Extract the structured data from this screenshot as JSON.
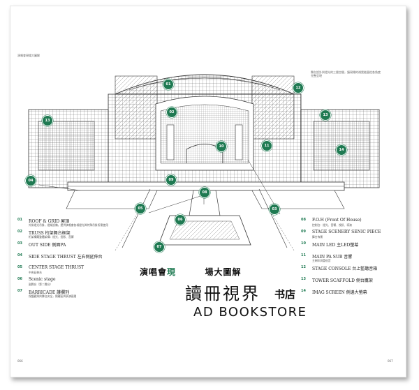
{
  "header": {
    "top_left": "演唱會現場大圖解",
    "top_right": "舞台設計與燈光的三層空間，讓現場的視覺能量從各角度完整呈現"
  },
  "footer": {
    "page_left": "066",
    "page_right": "067"
  },
  "markers": [
    "01",
    "02",
    "03",
    "04",
    "05",
    "06",
    "07",
    "08",
    "09",
    "10",
    "11",
    "12",
    "13",
    "14"
  ],
  "left_legend": [
    {
      "num": "01",
      "title": "ROOF & GRID 屋頂",
      "desc": "外掛燈光吊掛，燈架設備，提供演唱會各項燈光與特殊吊掛所需使用"
    },
    {
      "num": "02",
      "title": "TRUSS 桁架舞台框架",
      "desc": "桁架構築整體架構：燈光、投影、音響"
    },
    {
      "num": "03",
      "title": "OUT SIDE 側面PA",
      "desc": ""
    },
    {
      "num": "04",
      "title": "SIDE STAGE THRUST 左右側延伸台",
      "desc": ""
    },
    {
      "num": "05",
      "title": "CENTER STAGE THRUST",
      "desc": "中央延伸台"
    },
    {
      "num": "06",
      "title": "Scenic stage",
      "desc": "副舞台（第二舞台）"
    },
    {
      "num": "07",
      "title": "BARRICADE 護欄列",
      "desc": "保護觀眾與舞台安全，隔離區與表演區間"
    }
  ],
  "right_legend": [
    {
      "num": "08",
      "title": "F.O.H (Front Of House)",
      "desc": "控制台：燈光、音響、視訊、導演"
    },
    {
      "num": "09",
      "title": "STAGE SCENERY SENIC PIECE",
      "desc": "舞台佈景"
    },
    {
      "num": "10",
      "title": "MAIN LED 主LED螢幕",
      "desc": ""
    },
    {
      "num": "11",
      "title": "MAIN PA SUB 音響",
      "desc": "主喇叭與重低音"
    },
    {
      "num": "12",
      "title": "STAGE CONSOLE 台上監聽音箱",
      "desc": ""
    },
    {
      "num": "13",
      "title": "TOWER SCAFFOLD 側台鷹架",
      "desc": ""
    },
    {
      "num": "14",
      "title": "IMAG SCREEN 側邊大螢幕",
      "desc": ""
    }
  ],
  "headline": {
    "part1": "演唱會",
    "highlight": "現",
    "part2": "場大圖解"
  },
  "watermark": {
    "logo": "讀冊視界",
    "book": "书店",
    "name": "AD BOOKSTORE"
  },
  "colors": {
    "accent": "#1f7a52",
    "line": "#333333"
  }
}
